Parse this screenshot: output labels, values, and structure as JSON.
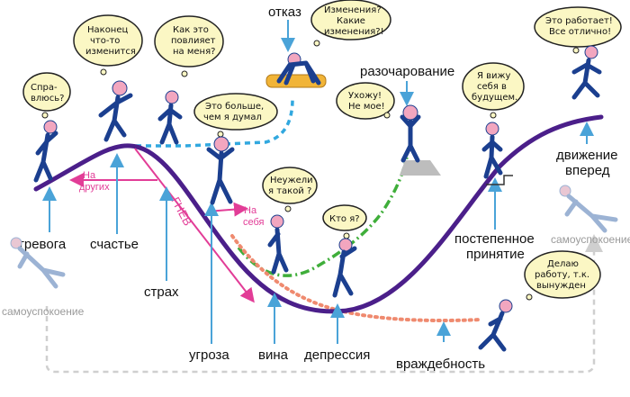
{
  "stages": {
    "trevoga": "тревога",
    "schastye": "счастье",
    "strakh": "страх",
    "ugroza": "угроза",
    "vina": "вина",
    "depressiya": "депрессия",
    "vrazhdebnost": "враждебность",
    "otkaz": "отказ",
    "razocharovanie": "разочарование",
    "postepennoe_1": "постепенное",
    "postepennoe_2": "принятие",
    "dvizhenie_1": "движение",
    "dvizhenie_2": "вперед",
    "samouspokoenie_left": "самоуспокоение",
    "samouspokoenie_right": "самоуспокоение"
  },
  "labels": {
    "anger": "ГНЕВ",
    "na_drugikh_1": "На",
    "na_drugikh_2": "других",
    "na_sebya_1": "На",
    "na_sebya_2": "себя"
  },
  "bubbles": {
    "sprav": [
      "Спра-",
      "влюсь?"
    ],
    "nakonec": [
      "Наконец",
      "что-то",
      "изменится"
    ],
    "kak": [
      "Как это",
      "повлияет",
      "на меня?"
    ],
    "bolshe": [
      "Это больше,",
      "чем я думал"
    ],
    "izmeneniya": [
      "Изменения?",
      "Какие",
      "изменения?!"
    ],
    "ukhozhu": [
      "Ухожу!",
      "Не мое!"
    ],
    "vizhu": [
      "Я вижу",
      "себя в",
      "будущем."
    ],
    "rabotaet": [
      "Это работает!",
      "Все отлично!"
    ],
    "neuzheli": [
      "Неужели",
      "я такой ?"
    ],
    "kto": [
      "Кто я?"
    ],
    "delayu": [
      "Делаю",
      "работу, т.к.",
      "вынужден"
    ]
  },
  "colors": {
    "main_curve": "#4b1f8a",
    "arrow_blue": "#4aa3d8",
    "dashed_blue": "#31a8df",
    "dashed_green": "#3fae3a",
    "dashed_salmon": "#ef8a6f",
    "pink": "#e23d97",
    "figure": "#1b3f8f",
    "head": "#f2a6bf",
    "bubble_fill": "#fbf7c4",
    "loop_gray": "#cfcfcf"
  }
}
